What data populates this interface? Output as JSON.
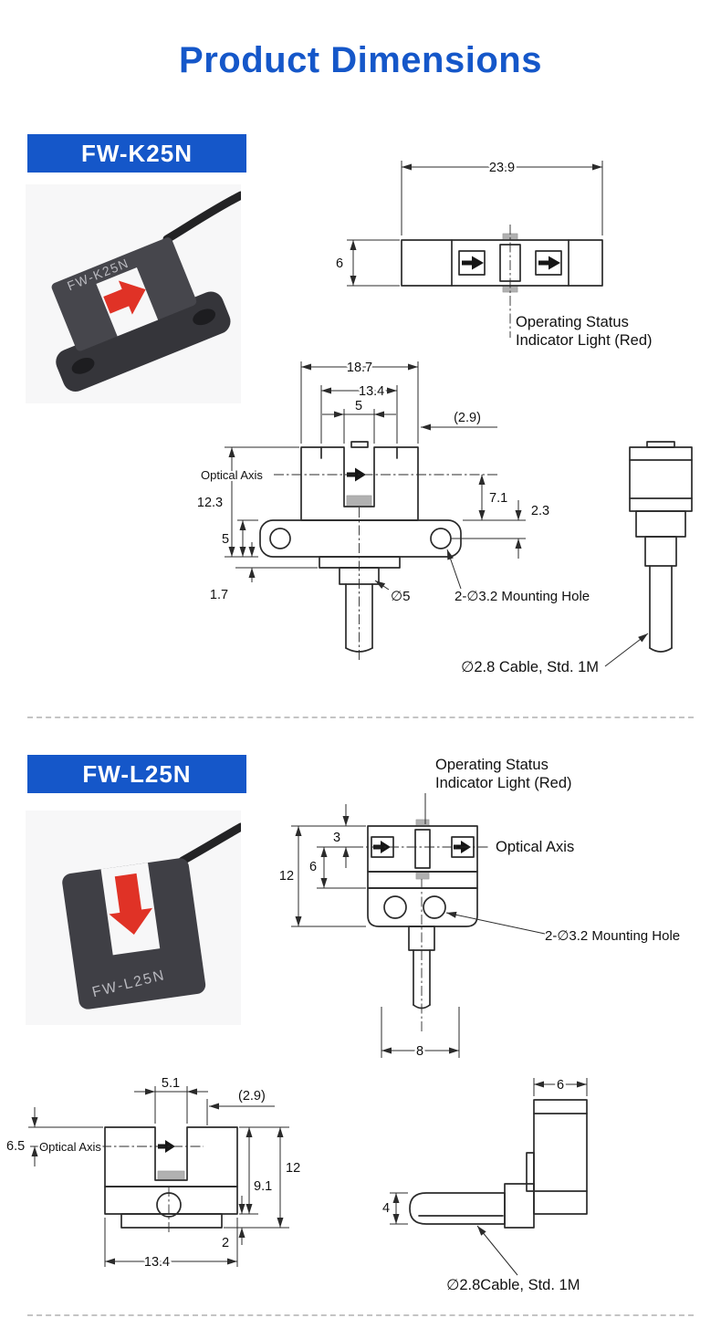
{
  "page": {
    "title": "Product Dimensions",
    "accent_color": "#1557c9",
    "line_color": "#2b2b2b"
  },
  "k25n": {
    "model": "FW-K25N",
    "photo_label": "FW-K25N",
    "top_view": {
      "dim_width": "23.9",
      "dim_height": "6",
      "indicator_line1": "Operating Status",
      "indicator_line2": "Indicator Light (Red)"
    },
    "front_view": {
      "dim_overall_width": "18.7",
      "dim_body_width": "13.4",
      "dim_slot_width": "5",
      "dim_ref": "(2.9)",
      "dim_overall_height": "12.3",
      "dim_axis_to_flange": "7.1",
      "dim_step": "2.3",
      "dim_flange_height": "5",
      "dim_base": "1.7",
      "optical_axis_label": "Optical Axis",
      "cable_diameter": "∅5",
      "mounting_hole_label": "2-∅3.2 Mounting Hole"
    },
    "side_view": {
      "cable_label": "∅2.8 Cable, Std. 1M"
    }
  },
  "l25n": {
    "model": "FW-L25N",
    "photo_label": "FW-L25N",
    "front_view": {
      "indicator_line1": "Operating Status",
      "indicator_line2": "Indicator Light (Red)",
      "dim_top_to_axis": "3",
      "dim_overall_height": "12",
      "dim_axis_offset": "6",
      "optical_axis_label": "Optical Axis",
      "mounting_hole_label": "2-∅3.2 Mounting Hole",
      "dim_cable_offset": "8"
    },
    "side_view": {
      "dim_slot_width": "5.1",
      "dim_ref": "(2.9)",
      "dim_axis_height": "6.5",
      "optical_axis_label": "Optical Axis",
      "dim_slot_depth": "9.1",
      "dim_overall_height": "12",
      "dim_base": "2",
      "dim_overall_width": "13.4"
    },
    "l_view": {
      "dim_width": "6",
      "dim_cable_height": "4",
      "cable_label": "∅2.8Cable, Std. 1M"
    }
  }
}
